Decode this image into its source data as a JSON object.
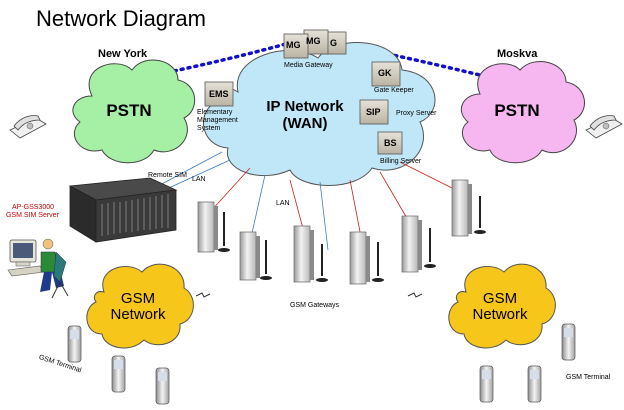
{
  "title": "Network Diagram",
  "cities": {
    "left": "New York",
    "right": "Moskva"
  },
  "clouds": {
    "pstn_left": "PSTN",
    "pstn_right": "PSTN",
    "ip_line1": "IP Network",
    "ip_line2": "(WAN)",
    "gsm_left_line1": "GSM",
    "gsm_left_line2": "Network",
    "gsm_right_line1": "GSM",
    "gsm_right_line2": "Network"
  },
  "boxes": {
    "mg": "MG",
    "mg_third": "G",
    "ems": "EMS",
    "gk": "GK",
    "sip": "SIP",
    "bs": "BS"
  },
  "labels": {
    "media_gateway": "Media Gateway",
    "gate_keeper": "Gate Keeper",
    "proxy_server": "Proxy Server",
    "billing_server": "Billing Server",
    "ems_line1": "Elementary",
    "ems_line2": "Management",
    "ems_line3": "System",
    "remote_sim": "Remote SIM",
    "lan_1": "LAN",
    "lan_2": "LAN",
    "server_line1": "AP-GSS3000",
    "server_line2": "GSM SIM Server",
    "gsm_gateways": "GSM Gateways",
    "gsm_terminal_left": "GSM Terminal",
    "gsm_terminal_right": "GSM Terminal"
  },
  "colors": {
    "pstn_left": "#a6f0a6",
    "pstn_right": "#f6b6ef",
    "ip_cloud": "#bfe7f7",
    "gsm_cloud": "#f7c61b",
    "dotted_link": "#1010cc",
    "red_link": "#cc2222",
    "blue_link": "#3a7cc4",
    "server_text": "#cc0000"
  },
  "icons": [
    "telephone-icon",
    "sim-server-rack-icon",
    "operator-workstation-icon",
    "gsm-gateway-icon",
    "mobile-handset-icon",
    "server-box-icon"
  ]
}
